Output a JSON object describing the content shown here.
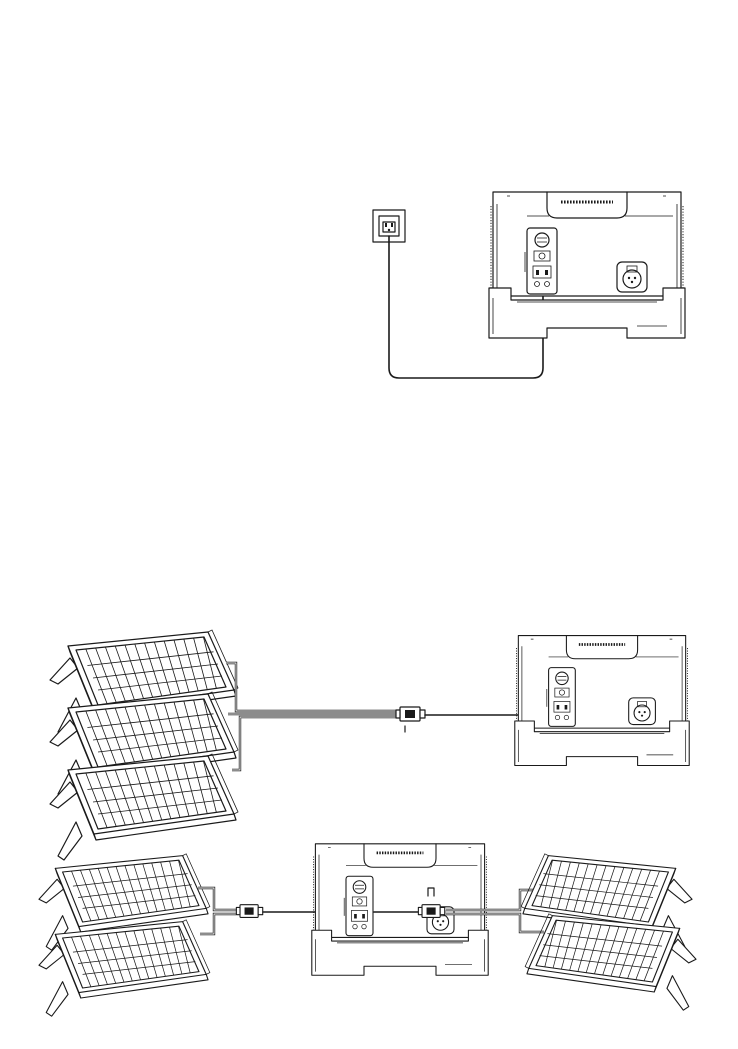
{
  "figure": {
    "sections": [
      "wall-outlet-to-power-station",
      "three-solar-panels-to-power-station",
      "four-solar-panels-to-power-station"
    ],
    "icons": [
      "wall-outlet-icon",
      "power-station-icon",
      "solar-panel-icon",
      "parallel-connector-icon",
      "cable-icon"
    ],
    "colors": {
      "line": "#1a1a1a",
      "background": "#ffffff"
    }
  }
}
